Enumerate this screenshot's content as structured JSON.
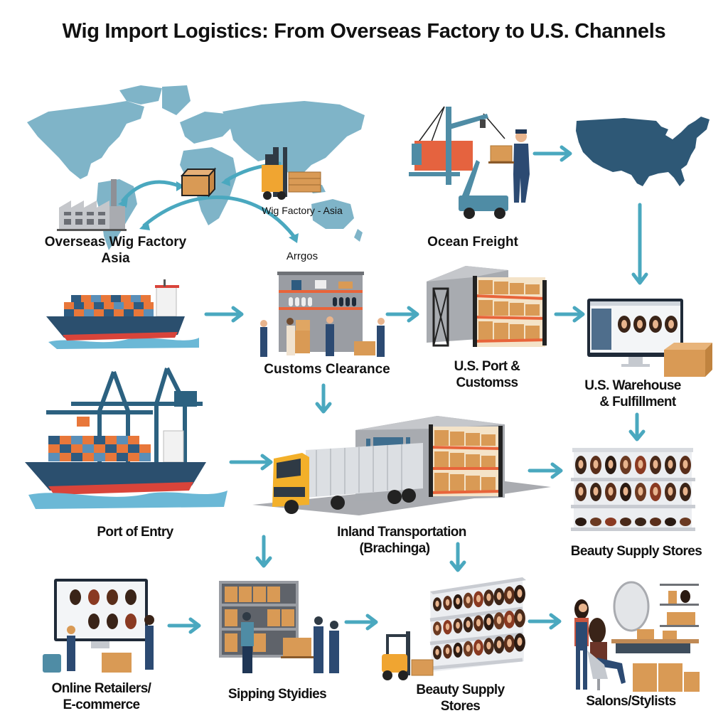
{
  "title": "Wig Import Logistics: From Overseas Factory to U.S. Channels",
  "colors": {
    "arrow": "#4aa8bf",
    "map_world": "#7fb4c8",
    "map_us": "#2e5876",
    "container_orange": "#e8773a",
    "container_blue": "#2e5b80",
    "hull_blue": "#2b4f6e",
    "hull_red": "#d9443a",
    "box_tan": "#d99a55",
    "truck_yellow": "#f3b02a",
    "shelf_orange": "#e8643a",
    "warehouse_grey": "#9a9da3"
  },
  "stages": {
    "overseas_factory": {
      "label_line1": "Overseas Wig Factory",
      "label_line2": "Asia",
      "map_caption": "Wig Factory - Asia",
      "map_secondary": "Arrgos"
    },
    "ocean_freight": {
      "label": "Ocean Freight"
    },
    "customs_clearance": {
      "label": "Customs Clearance"
    },
    "us_port_customs": {
      "label_line1": "U.S. Port &",
      "label_line2": "Customss"
    },
    "us_warehouse": {
      "label_line1": "U.S. Warehouse",
      "label_line2": "& Fulfillment"
    },
    "port_of_entry": {
      "label": "Port of Entry"
    },
    "inland_transportation": {
      "label_line1": "Inland Transportation",
      "label_line2": "(Brachinga)"
    },
    "beauty_supply_top": {
      "label": "Beauty Supply Stores"
    },
    "online_retailers": {
      "label_line1": "Online Retailers/",
      "label_line2": "E-commerce"
    },
    "shipping_studies": {
      "label": "Sipping Styidies"
    },
    "beauty_supply_bottom": {
      "label_line1": "Beauty Supply",
      "label_line2": "Stores"
    },
    "salons": {
      "label": "Salons/Stylists"
    }
  }
}
